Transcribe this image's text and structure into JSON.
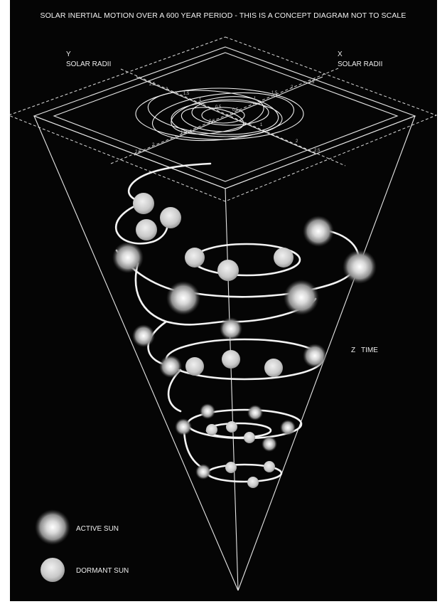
{
  "title": "SOLAR INERTIAL MOTION OVER A 600 YEAR PERIOD - THIS IS A CONCEPT DIAGRAM NOT TO SCALE",
  "axes": {
    "y_axis": {
      "letter": "Y",
      "label": "SOLAR RADII"
    },
    "x_axis": {
      "letter": "X",
      "label": "SOLAR RADII"
    },
    "z_axis": {
      "letter": "Z",
      "label": "TIME"
    }
  },
  "ticks": [
    "2.5",
    "2",
    "1.5",
    "1",
    "0.5",
    "0.5",
    "1",
    "1.5",
    "2",
    "2.5",
    "2.5",
    "2",
    "1.5",
    "0.5",
    "1",
    "2",
    "2.5"
  ],
  "legend": {
    "active_label": "ACTIVE SUN",
    "dormant_label": "DORMANT SUN"
  },
  "colors": {
    "background": "#050505",
    "lines": "#e6e6e6",
    "active_sun": "#bdbdbd",
    "dormant_sun": "#cfcfcf"
  }
}
